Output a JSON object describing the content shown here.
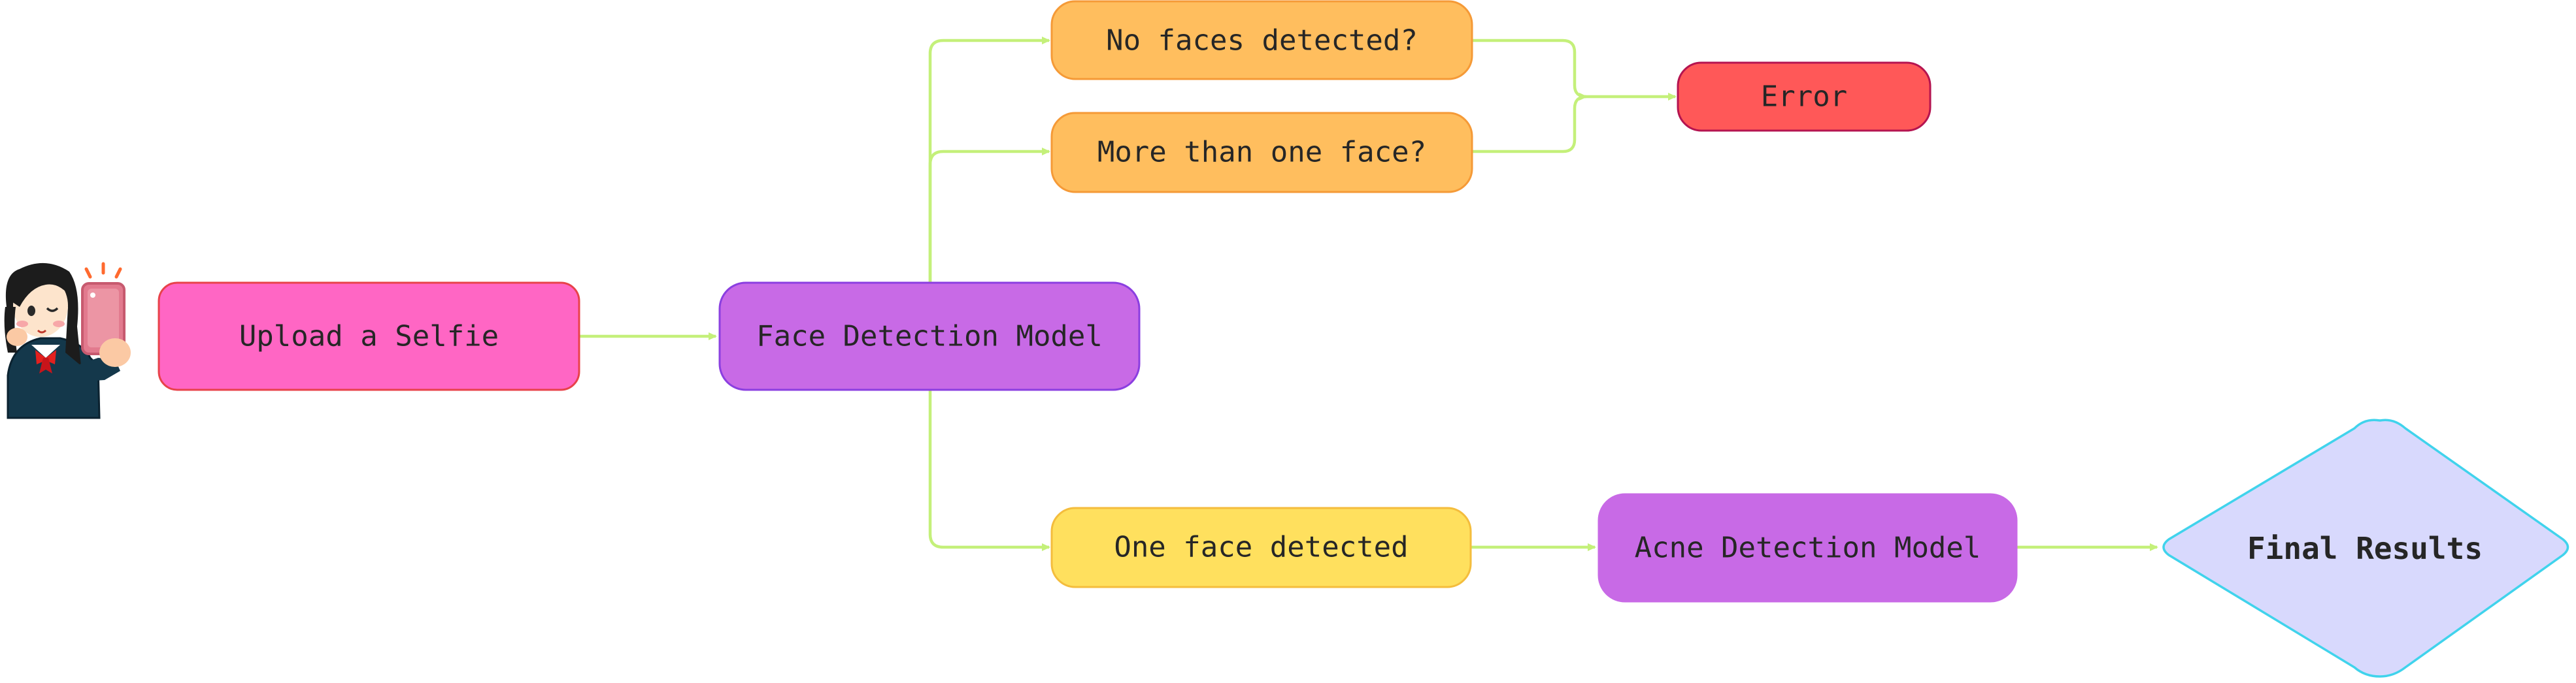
{
  "diagram": {
    "colors": {
      "edge": "#c4f07a",
      "upload_fill": "#ff66c4",
      "upload_stroke": "#e8424a",
      "model_fill": "#c86ae6",
      "model_stroke": "#8b3fe0",
      "question_fill": "#ffbe5e",
      "question_stroke": "#f59a37",
      "one_face_fill": "#ffe05e",
      "one_face_stroke": "#f4bd3d",
      "error_fill": "#ff5858",
      "error_stroke": "#b51450",
      "final_fill": "#d8d9fd",
      "final_stroke": "#40d3ec"
    },
    "illustration": {
      "icon": "selfie-person-icon"
    },
    "nodes": {
      "upload": {
        "label": "Upload a Selfie",
        "shape": "rounded-rectangle"
      },
      "face_model": {
        "label": "Face Detection Model",
        "shape": "rounded-rectangle"
      },
      "no_faces": {
        "label": "No faces detected?",
        "shape": "rounded-rectangle"
      },
      "more_faces": {
        "label": "More than one face?",
        "shape": "rounded-rectangle"
      },
      "error": {
        "label": "Error",
        "shape": "rounded-rectangle"
      },
      "one_face": {
        "label": "One face detected",
        "shape": "rounded-rectangle"
      },
      "acne_model": {
        "label": "Acne Detection Model",
        "shape": "rounded-rectangle"
      },
      "final": {
        "label": "Final Results",
        "shape": "diamond"
      }
    },
    "edges": [
      {
        "from": "upload",
        "to": "face_model"
      },
      {
        "from": "face_model",
        "to": "no_faces"
      },
      {
        "from": "face_model",
        "to": "more_faces"
      },
      {
        "from": "face_model",
        "to": "one_face"
      },
      {
        "from": "no_faces",
        "to": "error"
      },
      {
        "from": "more_faces",
        "to": "error"
      },
      {
        "from": "one_face",
        "to": "acne_model"
      },
      {
        "from": "acne_model",
        "to": "final"
      }
    ]
  }
}
